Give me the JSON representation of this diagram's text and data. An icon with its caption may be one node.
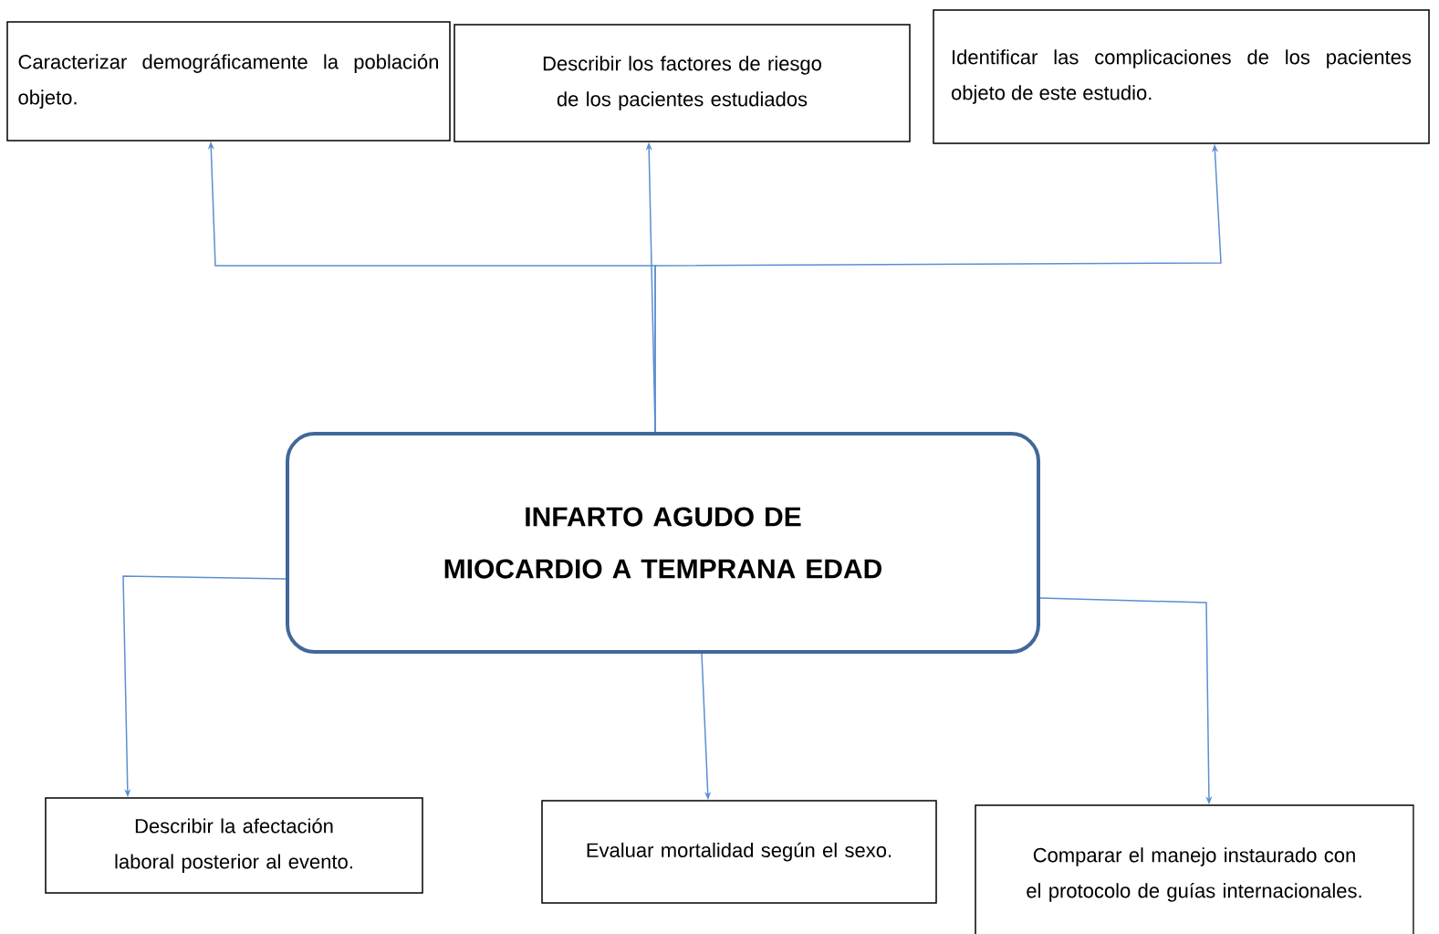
{
  "diagram": {
    "nodes": [
      {
        "text": [
          "INFARTO AGUDO DE MIOCARDIO A TEMPRANA EDAD"
        ]
      },
      {
        "text": [
          "Caracterizar demográficamente la población objeto."
        ]
      },
      {
        "text": [
          "Describir los factores de riesgo de los pacientes estudiados"
        ]
      },
      {
        "text": [
          "Identificar las complicaciones de los pacientes objeto de este estudio."
        ]
      },
      {
        "text": [
          "Describir la afectación laboral posterior al evento."
        ]
      },
      {
        "text": [
          "Evaluar mortalidad según el sexo."
        ]
      },
      {
        "text": [
          "Comparar el manejo instaurado con el protocolo de guías internacionales."
        ]
      }
    ],
    "edges": [
      {
        "from": 0,
        "to": 1,
        "arrow": "to"
      },
      {
        "from": 0,
        "to": 2,
        "arrow": "to"
      },
      {
        "from": 0,
        "to": 3,
        "arrow": "to"
      },
      {
        "from": 0,
        "to": 4,
        "arrow": "to"
      },
      {
        "from": 0,
        "to": 5,
        "arrow": "to"
      },
      {
        "from": 0,
        "to": 6,
        "arrow": "to"
      }
    ]
  }
}
